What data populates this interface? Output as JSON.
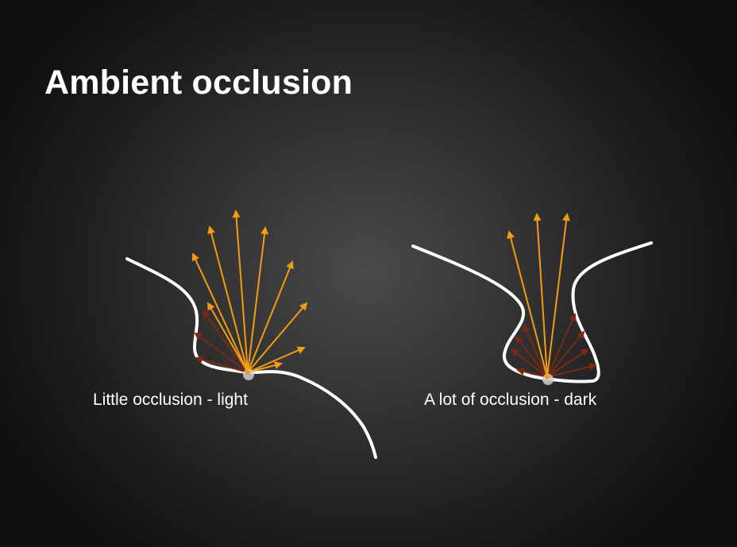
{
  "slide": {
    "title": "Ambient occlusion"
  },
  "diagrams": [
    {
      "id": "little-occlusion",
      "caption": "Little occlusion - light",
      "unoccluded_ray_count": 9,
      "occluded_ray_count": 3
    },
    {
      "id": "lot-of-occlusion",
      "caption": "A lot of occlusion - dark",
      "unoccluded_ray_count": 3,
      "occluded_ray_count": 8
    }
  ],
  "colors": {
    "background_center": "#4a4a4a",
    "background_edge": "#0f0f0f",
    "surface": "#ffffff",
    "unoccluded_ray": "#f39c12",
    "occluded_ray": "#7a2a14",
    "sample_point": "#cfcfcf"
  }
}
